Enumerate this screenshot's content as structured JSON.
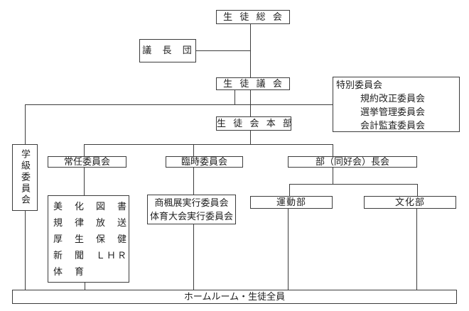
{
  "diagram": {
    "kind": "organization-chart",
    "colors": {
      "background": "#ffffff",
      "border": "#3c3c3c",
      "line": "#3c3c3c",
      "text": "#1f1f1f"
    },
    "nodes": {
      "sokai": {
        "label": "生 徒 総 会"
      },
      "gichodan": {
        "label": "議 長 団"
      },
      "gikai": {
        "label": "生 徒 議 会"
      },
      "tokubetsu": {
        "title": "特別委員会",
        "items": [
          "規約改正委員会",
          "選挙管理委員会",
          "会計監査委員会"
        ]
      },
      "honbu": {
        "label": "生 徒 会 本 部"
      },
      "gakkyu": {
        "label": "学級委員会"
      },
      "jonin": {
        "label": "常任委員会"
      },
      "rinji": {
        "label": "臨時委員会"
      },
      "bucho": {
        "label": "部（同好会）長会"
      },
      "jonin_sub": {
        "rows": [
          "美　化　図　書",
          "規　律　放　送",
          "厚　生　保　健",
          "新　聞　ＬＨＲ",
          "体　育"
        ]
      },
      "rinji_sub": {
        "rows": [
          "商楓展実行委員会",
          "体育大会実行委員会"
        ]
      },
      "undobu": {
        "label": "運動部"
      },
      "bunkabu": {
        "label": "文化部"
      },
      "homeroom": {
        "label": "ホームルーム・生徒全員"
      }
    }
  }
}
